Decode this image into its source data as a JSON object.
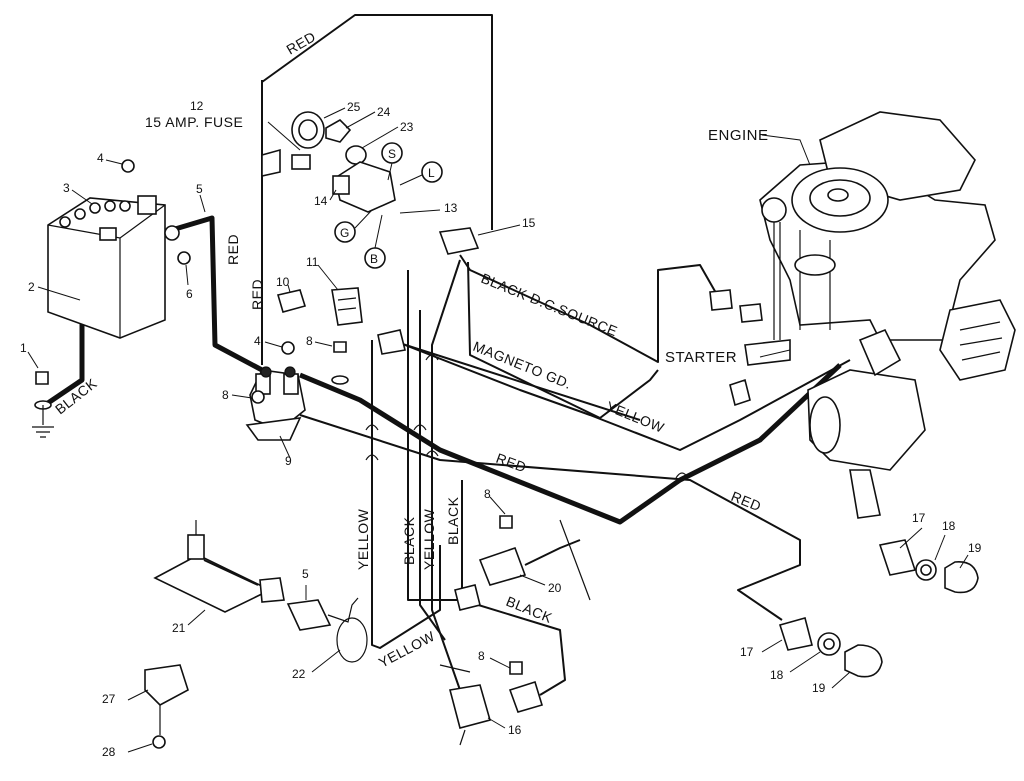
{
  "labels": {
    "red": "RED",
    "black": "BLACK",
    "yellow": "YELLOW",
    "fuse": "15 AMP. FUSE",
    "engine": "ENGINE",
    "starter": "STARTER",
    "dc_source": "BLACK  D.C.SOURCE",
    "magneto": "MAGNETO GD.",
    "letter_s": "S",
    "letter_l": "L",
    "letter_g": "G",
    "letter_b": "B"
  },
  "callouts": {
    "n1": "1",
    "n2": "2",
    "n3": "3",
    "n4": "4",
    "n5": "5",
    "n6": "6",
    "n8": "8",
    "n9": "9",
    "n10": "10",
    "n11": "11",
    "n12": "12",
    "n13": "13",
    "n14": "14",
    "n15": "15",
    "n16": "16",
    "n17": "17",
    "n18": "18",
    "n19": "19",
    "n20": "20",
    "n21": "21",
    "n22": "22",
    "n23": "23",
    "n24": "24",
    "n25": "25",
    "n27": "27",
    "n28": "28"
  }
}
